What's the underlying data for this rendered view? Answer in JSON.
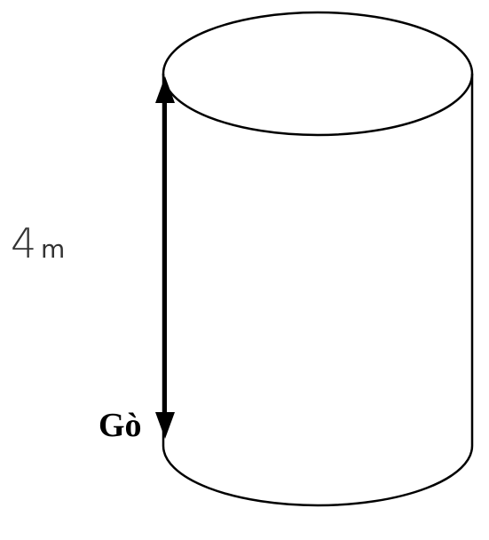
{
  "height": {
    "value": "4",
    "unit": "m"
  },
  "point_label": "Gò",
  "colors": {
    "outline": "#000000",
    "label_text": "#333333",
    "background": "#ffffff"
  }
}
